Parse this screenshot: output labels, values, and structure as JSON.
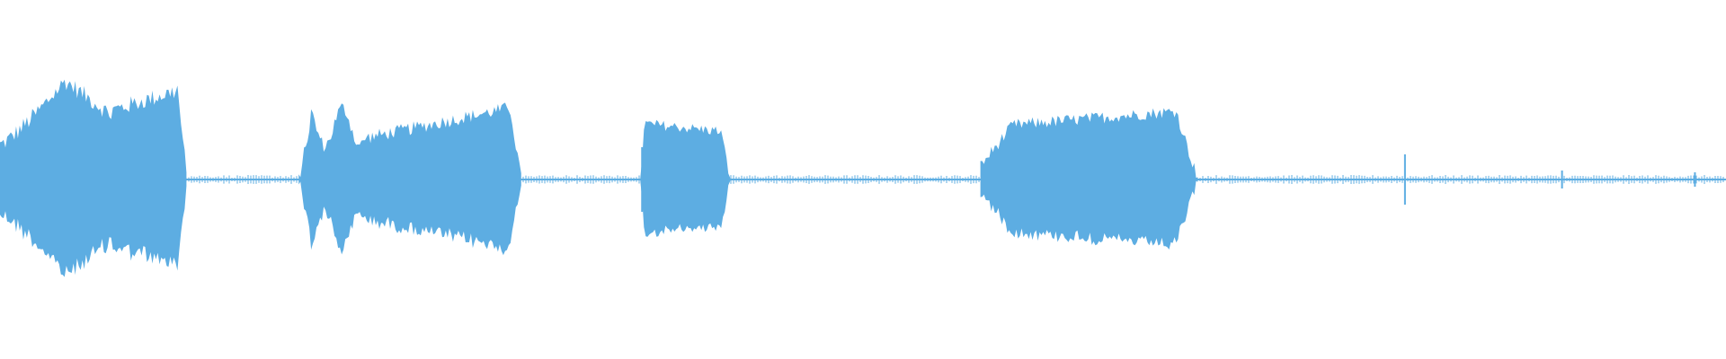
{
  "waveform": {
    "color": "#5dade2",
    "style": "mirrored-amplitude-envelope",
    "duration_fraction_note": "",
    "center_line_amplitude": 0.02,
    "segments": [
      {
        "start": 0.0,
        "end": 0.108,
        "peak": 0.55,
        "shape": "rise-plateau-dip-rise"
      },
      {
        "start": 0.173,
        "end": 0.302,
        "peak": 0.42,
        "shape": "bursty-plateau"
      },
      {
        "start": 0.371,
        "end": 0.423,
        "peak": 0.33,
        "shape": "short-burst"
      },
      {
        "start": 0.568,
        "end": 0.694,
        "peak": 0.38,
        "shape": "swell"
      }
    ],
    "spikes": [
      {
        "at": 0.372,
        "amplitude": 0.18
      },
      {
        "at": 0.814,
        "amplitude": 0.14
      },
      {
        "at": 0.905,
        "amplitude": 0.05
      },
      {
        "at": 0.982,
        "amplitude": 0.04
      }
    ]
  }
}
